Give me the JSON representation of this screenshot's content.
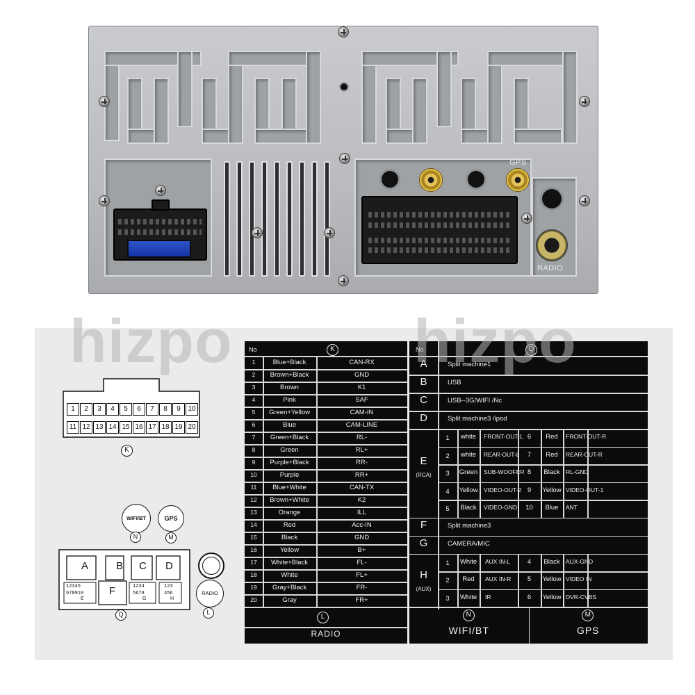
{
  "panel": {
    "gps_label": "GPS",
    "radio_label": "RADIO"
  },
  "watermark": {
    "text": "hizpo"
  },
  "k_connector": {
    "label": "K",
    "pins_top": [
      "1",
      "2",
      "3",
      "4",
      "5",
      "6",
      "7",
      "8",
      "9",
      "10"
    ],
    "pins_bottom": [
      "11",
      "12",
      "13",
      "14",
      "15",
      "16",
      "17",
      "18",
      "19",
      "20"
    ]
  },
  "small_connectors": {
    "wifi_bt": {
      "text": "WIFI/BT",
      "letter": "N"
    },
    "gps": {
      "text": "GPS",
      "letter": "M"
    },
    "radio": {
      "text": "RADIO",
      "letter": "L"
    }
  },
  "q_connector": {
    "letter": "Q",
    "blocks": [
      "A",
      "B",
      "C",
      "D",
      "F"
    ],
    "pin_captions": [
      "E",
      "G",
      "H"
    ],
    "pin_text": [
      "12345",
      "678910",
      "1234",
      "5678",
      "123",
      "456"
    ]
  },
  "k_table": {
    "header_no": "No",
    "header_letter": "K",
    "rows": [
      {
        "no": "1",
        "color": "Blue+Black",
        "func": "CAN-RX"
      },
      {
        "no": "2",
        "color": "Brown+Black",
        "func": "GND"
      },
      {
        "no": "3",
        "color": "Brown",
        "func": "K1"
      },
      {
        "no": "4",
        "color": "Pink",
        "func": "SAF"
      },
      {
        "no": "5",
        "color": "Green+Yellow",
        "func": "CAM-IN"
      },
      {
        "no": "6",
        "color": "Blue",
        "func": "CAM-LINE"
      },
      {
        "no": "7",
        "color": "Green+Black",
        "func": "RL-"
      },
      {
        "no": "8",
        "color": "Green",
        "func": "RL+"
      },
      {
        "no": "9",
        "color": "Purple+Black",
        "func": "RR-"
      },
      {
        "no": "10",
        "color": "Purple",
        "func": "RR+"
      },
      {
        "no": "11",
        "color": "Blue+White",
        "func": "CAN-TX"
      },
      {
        "no": "12",
        "color": "Brown+White",
        "func": "K2"
      },
      {
        "no": "13",
        "color": "Orange",
        "func": "ILL"
      },
      {
        "no": "14",
        "color": "Red",
        "func": "Acc-IN"
      },
      {
        "no": "15",
        "color": "Black",
        "func": "GND"
      },
      {
        "no": "16",
        "color": "Yellow",
        "func": "B+"
      },
      {
        "no": "17",
        "color": "White+Black",
        "func": "FL-"
      },
      {
        "no": "18",
        "color": "White",
        "func": "FL+"
      },
      {
        "no": "19",
        "color": "Gray+Black",
        "func": "FR-"
      },
      {
        "no": "20",
        "color": "Gray",
        "func": "FR+"
      }
    ],
    "footer_letter": "L",
    "footer_label": "RADIO"
  },
  "q_table": {
    "header_no": "No",
    "header_letter": "Q",
    "rows_simple": [
      {
        "id": "A",
        "text": "Split machine1"
      },
      {
        "id": "B",
        "text": "USB"
      },
      {
        "id": "C",
        "text": "USB--3G/WIFI  /Nc"
      },
      {
        "id": "D",
        "text": "Split machine3 /ipod"
      }
    ],
    "e_block": {
      "id": "E",
      "sub": "(RCA)",
      "rows": [
        {
          "n1": "1",
          "c1": "white",
          "f1": "FRONT-OUT-L",
          "n2": "6",
          "c2": "Red",
          "f2": "FRONT-OUT-R"
        },
        {
          "n1": "2",
          "c1": "white",
          "f1": "REAR-OUT-L",
          "n2": "7",
          "c2": "Red",
          "f2": "REAR-OUT-R"
        },
        {
          "n1": "3",
          "c1": "Green",
          "f1": "SUB-WOOFER",
          "n2": "8",
          "c2": "Black",
          "f2": "RL-GND"
        },
        {
          "n1": "4",
          "c1": "Yellow",
          "f1": "VIDEO-OUT-2",
          "n2": "9",
          "c2": "Yellow",
          "f2": "VIDEO-OUT-1"
        },
        {
          "n1": "5",
          "c1": "Black",
          "f1": "VIDEO-GND",
          "n2": "10",
          "c2": "Blue",
          "f2": "ANT"
        }
      ]
    },
    "rows_simple2": [
      {
        "id": "F",
        "text": "Split machine3"
      },
      {
        "id": "G",
        "text": "CAMERA/MIC"
      }
    ],
    "h_block": {
      "id": "H",
      "sub": "(AUX)",
      "rows": [
        {
          "n1": "1",
          "c1": "White",
          "f1": "AUX IN-L",
          "n2": "4",
          "c2": "Black",
          "f2": "AUX-GND"
        },
        {
          "n1": "2",
          "c1": "Red",
          "f1": "AUX IN-R",
          "n2": "5",
          "c2": "Yellow",
          "f2": "VIDEO IN"
        },
        {
          "n1": "3",
          "c1": "White",
          "f1": "IR",
          "n2": "6",
          "c2": "Yellow",
          "f2": "DVR-CVBS"
        }
      ]
    },
    "footer": [
      {
        "letter": "N",
        "label": "WIFI/BT"
      },
      {
        "letter": "M",
        "label": "GPS"
      }
    ]
  }
}
